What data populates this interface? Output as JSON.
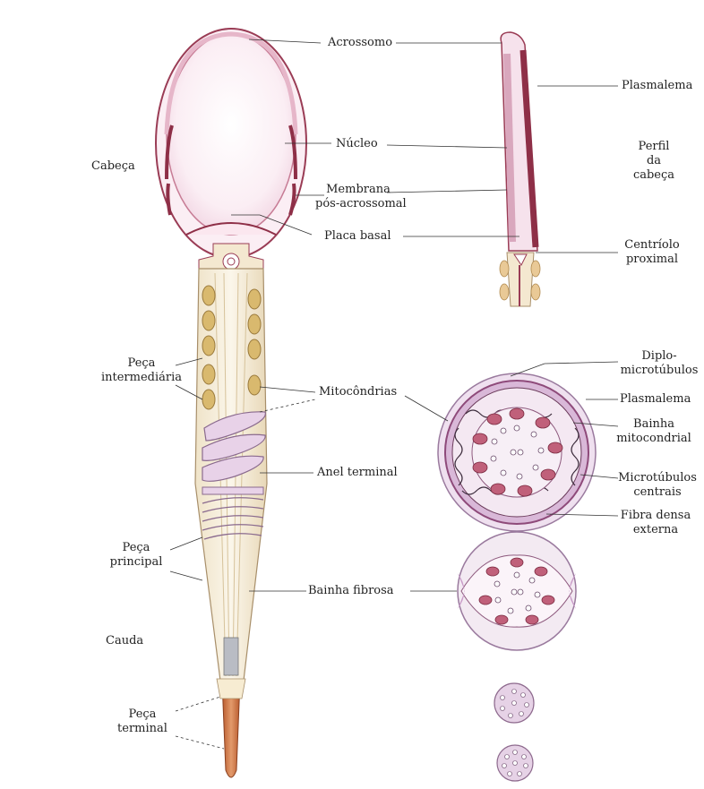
{
  "labels": {
    "acrossomo": "Acrossomo",
    "nucleo": "Núcleo",
    "cabeca": "Cabeça",
    "membrana_1": "Membrana",
    "membrana_2": "pós-acrossomal",
    "placa_basal": "Placa basal",
    "plasmalema_top": "Plasmalema",
    "perfil_1": "Perfil",
    "perfil_2": "da",
    "perfil_3": "cabeça",
    "centriolo_1": "Centríolo",
    "centriolo_2": "proximal",
    "peca_inter_1": "Peça",
    "peca_inter_2": "intermediária",
    "mitocondrias": "Mitocôndrias",
    "diplo_1": "Diplo-",
    "diplo_2": "microtúbulos",
    "plasmalema_mid": "Plasmalema",
    "bainha_mito_1": "Bainha",
    "bainha_mito_2": "mitocondrial",
    "anel_terminal": "Anel terminal",
    "micro_centrais_1": "Microtúbulos",
    "micro_centrais_2": "centrais",
    "fibra_1": "Fibra densa",
    "fibra_2": "externa",
    "peca_principal_1": "Peça",
    "peca_principal_2": "principal",
    "bainha_fibrosa": "Bainha fibrosa",
    "cauda": "Cauda",
    "peca_terminal_1": "Peça",
    "peca_terminal_2": "terminal"
  },
  "colors": {
    "membrane": "#9a3c55",
    "pink": "#f3dbe6",
    "lavender": "#d9b8d8",
    "mito": "#c9a062",
    "tail": "#f4e8d0",
    "terminal": "#c86a3a"
  }
}
